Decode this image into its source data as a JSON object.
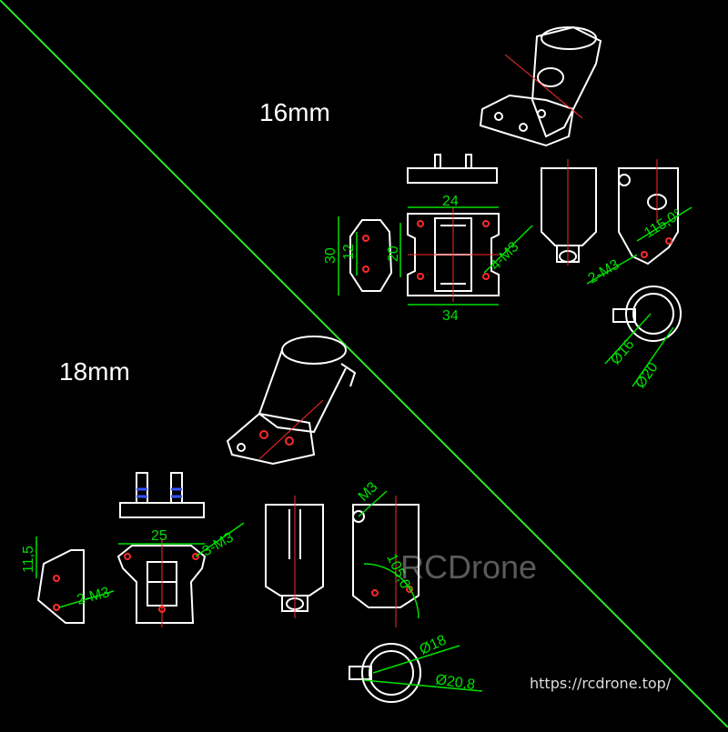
{
  "labels": {
    "size_16": "16mm",
    "size_18": "18mm",
    "watermark": "RCDrone",
    "url": "https://rcdrone.top/"
  },
  "dimensions_16": {
    "width_top": "24",
    "width_bottom": "34",
    "height_total": "30",
    "height_inner": "12",
    "height_mid": "20",
    "holes": "4-M3",
    "side_holes": "2-M3",
    "angle": "115,0°",
    "inner_dia": "Ø16",
    "outer_dia": "Ø20"
  },
  "dimensions_18": {
    "height": "11,5",
    "width": "25",
    "holes": "3-M3",
    "side_holes": "2-M3",
    "side_thread": "M3",
    "angle": "105,0°",
    "inner_dia": "Ø18",
    "outer_dia": "Ø20,8"
  },
  "colors": {
    "background": "#000000",
    "divider": "#2ee82e",
    "dimension": "#00e000",
    "centerline": "#ff2a2a",
    "outline": "#ffffff",
    "bolt": "#3355ff"
  }
}
